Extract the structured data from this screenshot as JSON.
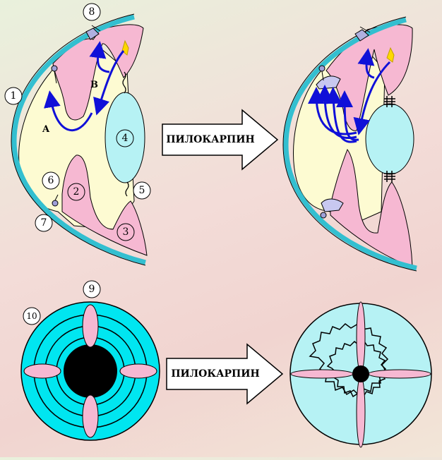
{
  "arrow_labels": {
    "top": "ПИЛОКАРПИН",
    "bottom": "ПИЛОКАРПИН"
  },
  "callouts": [
    "1",
    "2",
    "3",
    "4",
    "5",
    "6",
    "7",
    "8",
    "9",
    "10"
  ],
  "letters": {
    "a": "A",
    "b": "B"
  },
  "colors": {
    "cornea": "#33bfd0",
    "aqueous": "#fdfbd2",
    "iris_ciliary": "#f6b8d2",
    "lens": "#b6f2f4",
    "flow": "#1010d8",
    "source": "#ffd800",
    "pupil": "#000000"
  }
}
